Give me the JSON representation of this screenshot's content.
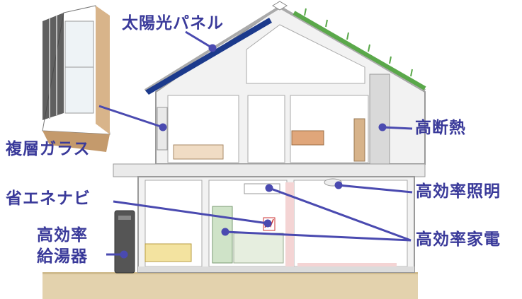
{
  "labels": {
    "solar_panel": "太陽光パネル",
    "insulation": "高断熱",
    "multilayer_glass": "複層ガラス",
    "hems": "省エネナビ",
    "efficient_lighting": "高効率照明",
    "efficient_water_heater_line1": "高効率",
    "efficient_water_heater_line2": "給湯器",
    "efficient_appliances": "高効率家電"
  },
  "colors": {
    "label_text": "#3a3a9a",
    "leader_line": "#4a4ab0",
    "solar_panel": "#1c3a8c",
    "roof_greening": "#5aa84a",
    "ground": "#e3d2ad",
    "house_wall": "#f2f2f2",
    "house_outline": "#9a9a9a"
  },
  "icons": {
    "window_sample": "window-cross-section-icon",
    "water_heater": "water-heater-unit-icon",
    "hems_monitor": "energy-monitor-icon",
    "light_fixture": "ceiling-light-icon",
    "air_conditioner": "air-conditioner-icon",
    "refrigerator": "refrigerator-icon"
  }
}
